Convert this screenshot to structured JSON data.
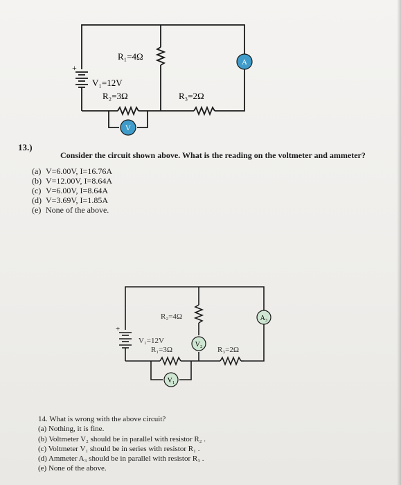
{
  "q13": {
    "number": "13.)",
    "prompt": "Consider the circuit shown above. What is the reading on the voltmeter and ammeter?",
    "circuit": {
      "r1": "R₁=4Ω",
      "v1": "V₁=12V",
      "r2": "R₂=3Ω",
      "r3": "R₃=2Ω",
      "ammeter": "A",
      "voltmeter": "V",
      "plus": "+"
    },
    "choices": [
      {
        "label": "(a)",
        "text": "V=6.00V, I=16.76A"
      },
      {
        "label": "(b)",
        "text": "V=12.00V, I=8.64A"
      },
      {
        "label": "(c)",
        "text": "V=6.00V, I=8.64A"
      },
      {
        "label": "(d)",
        "text": "V=3.69V, I=1.85A"
      },
      {
        "label": "(e)",
        "text": "None of the above."
      }
    ]
  },
  "q14": {
    "circuit": {
      "r2": "R₂=4Ω",
      "v1": "V₁=12V",
      "r1": "R₁=3Ω",
      "r3": "R₃=2Ω",
      "ammeter": "A₃",
      "voltmeter2": "V₂",
      "voltmeter1": "V₁",
      "plus": "+"
    },
    "lines": [
      "14. What is wrong with the above circuit?",
      "(a) Nothing, it is fine.",
      "(b) Voltmeter  V₂  should be in parallel with resistor  R₂ .",
      "(c) Voltmeter  V₁  should be in series with resistor  R₁ .",
      "(d) Ammeter  A₃  should be in parallel with resistor  R₃ .",
      "(e) None of the above."
    ]
  },
  "colors": {
    "paper": "#f1f0ed",
    "meter_fill": "#3f9bc9",
    "meter_fill_light": "#cfe6d2",
    "ink": "#1a1a1a"
  }
}
